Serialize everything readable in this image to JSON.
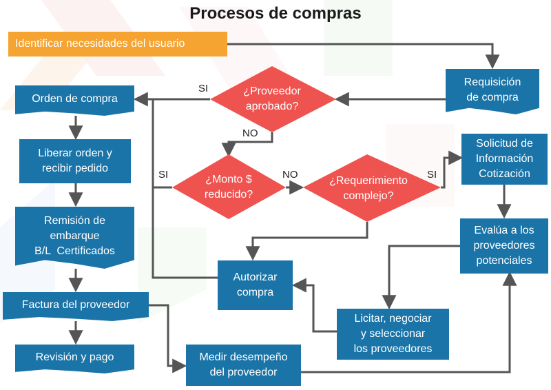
{
  "title": "Procesos de compras",
  "nodes": {
    "identificar": "Identificar necesidades del usuario",
    "requisicion": [
      "Requisición",
      "de compra"
    ],
    "orden": "Orden de compra",
    "proveedor_aprobado": [
      "¿Proveedor",
      "aprobado?"
    ],
    "liberar": [
      "Liberar orden y",
      "recibir pedido"
    ],
    "monto": [
      "¿Monto $",
      "reducido?"
    ],
    "requerimiento": [
      "¿Requerimiento",
      "complejo?"
    ],
    "solicitud": [
      "Solicitud de",
      "Información",
      "Cotización"
    ],
    "remision": [
      "Remisión de",
      "embarque",
      "B/L  Certificados"
    ],
    "evalua": [
      "Evalúa a los",
      "proveedores",
      "potenciales"
    ],
    "autorizar": [
      "Autorizar",
      "compra"
    ],
    "factura": "Factura del proveedor",
    "licitar": [
      "Licitar, negociar",
      "y seleccionar",
      "los proveedores"
    ],
    "revision": "Revisión y pago",
    "medir": [
      "Medir desempeño",
      "del proveedor"
    ]
  },
  "edge_labels": {
    "si_proveedor": "SI",
    "no_proveedor": "NO",
    "si_monto": "SI",
    "no_monto": "NO",
    "si_requerimiento": "SI"
  },
  "colors": {
    "box": "#1a74a8",
    "start": "#f5a431",
    "decision": "#ef5350",
    "line": "#555555"
  }
}
